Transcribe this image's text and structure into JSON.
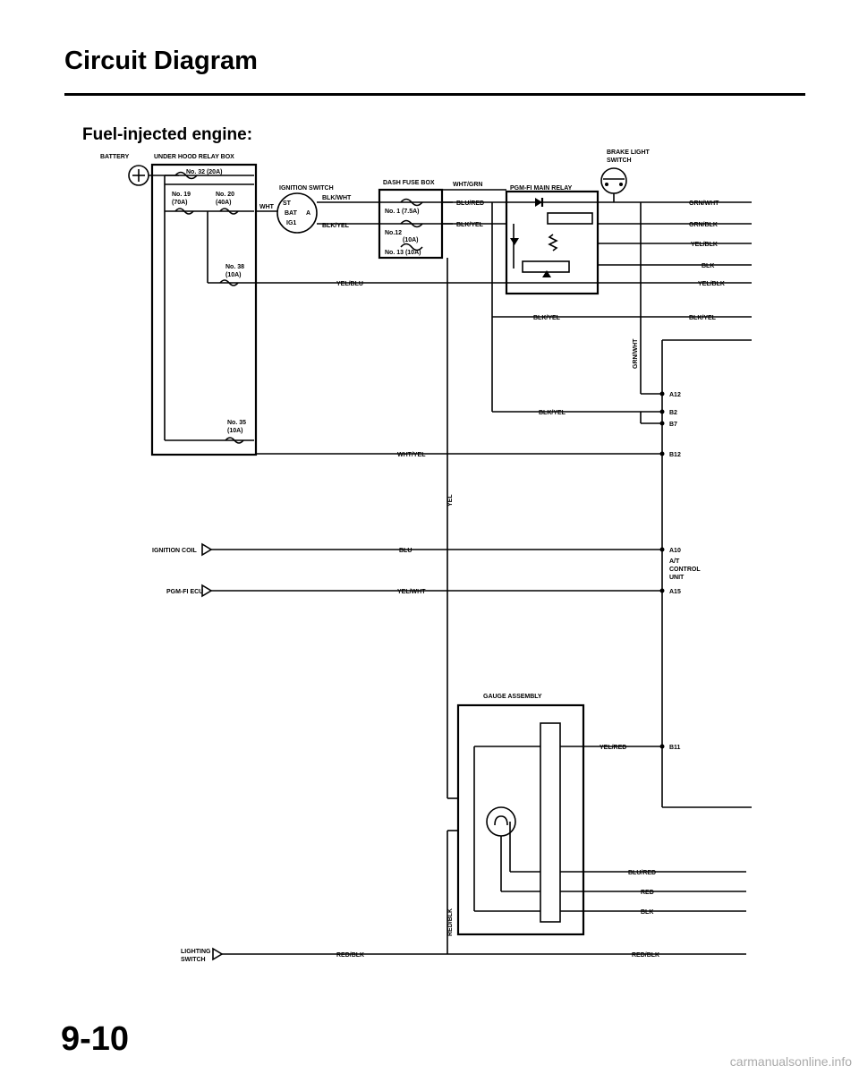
{
  "page": {
    "title": "Circuit Diagram",
    "subtitle": "Fuel-injected engine:",
    "page_number": "9-10",
    "footer": "carmanualsonline.info"
  },
  "components": {
    "battery": "BATTERY",
    "under_hood_box": "UNDER HOOD RELAY BOX",
    "fuse_32": "No. 32 (20A)",
    "fuse_19_a": "No. 19",
    "fuse_19_b": "(70A)",
    "fuse_20_a": "No. 20",
    "fuse_20_b": "(40A)",
    "fuse_38_a": "No. 38",
    "fuse_38_b": "(10A)",
    "fuse_35_a": "No. 35",
    "fuse_35_b": "(10A)",
    "ignition_switch": "IGNITION SWITCH",
    "ig_st": "ST",
    "ig_bat": "BAT",
    "ig_a": "A",
    "ig_ig1": "IG1",
    "dash_fuse_box": "DASH FUSE BOX",
    "fuse_1": "No. 1 (7.5A)",
    "fuse_12_a": "No.12",
    "fuse_12_b": "(10A)",
    "fuse_13": "No. 13 (10A)",
    "main_relay": "PGM-FI MAIN RELAY",
    "brake_switch_a": "BRAKE LIGHT",
    "brake_switch_b": "SWITCH",
    "ignition_coil": "IGNITION COIL",
    "pgmfi_ecu": "PGM-FI ECU",
    "lighting_switch_a": "LIGHTING",
    "lighting_switch_b": "SWITCH",
    "gauge_assembly": "GAUGE ASSEMBLY",
    "at_control_unit_a": "A/T",
    "at_control_unit_b": "CONTROL",
    "at_control_unit_c": "UNIT"
  },
  "wires": {
    "wht_grn": "WHT/GRN",
    "blk_wht": "BLK/WHT",
    "wht": "WHT",
    "blk_yel": "BLK/YEL",
    "blu_red": "BLU/RED",
    "grn_wht": "GRN/WHT",
    "grn_blk": "GRN/BLK",
    "yel_blk": "YEL/BLK",
    "blk": "BLK",
    "yel_blu": "YEL/BLU",
    "wht_yel": "WHT/YEL",
    "yel": "YEL",
    "blu": "BLU",
    "yel_wht": "YEL/WHT",
    "yel_red": "YEL/RED",
    "red": "RED",
    "red_blk": "RED/BLK"
  },
  "terminals": {
    "a12": "A12",
    "b2": "B2",
    "b7": "B7",
    "b12": "B12",
    "a10": "A10",
    "a15": "A15",
    "b11": "B11"
  }
}
